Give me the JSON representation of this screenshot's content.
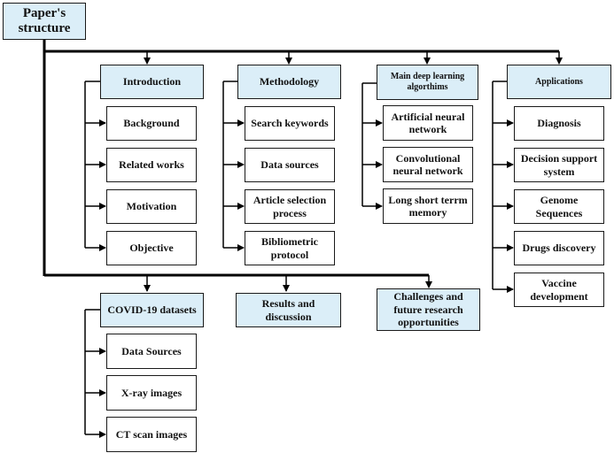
{
  "root": "Paper's structure",
  "sections": {
    "introduction": {
      "title": "Introduction",
      "items": [
        "Background",
        "Related works",
        "Motivation",
        "Objective"
      ]
    },
    "methodology": {
      "title": "Methodology",
      "items": [
        "Search keywords",
        "Data sources",
        "Article selection process",
        "Bibliometric protocol"
      ]
    },
    "algorithms": {
      "title": "Main deep learning algorthims",
      "items": [
        "Artificial neural network",
        "Convolutional neural network",
        "Long short terrm memory"
      ]
    },
    "applications": {
      "title": "Applications",
      "items": [
        "Diagnosis",
        "Decision support system",
        "Genome Sequences",
        "Drugs discovery",
        "Vaccine development"
      ]
    },
    "datasets": {
      "title": "COVID-19 datasets",
      "items": [
        "Data Sources",
        "X-ray images",
        "CT scan images"
      ]
    },
    "results": {
      "title": "Results and discussion"
    },
    "challenges": {
      "title": "Challenges and future research opportunities"
    }
  },
  "colors": {
    "header_fill": "#dbeef8",
    "line": "#000000"
  }
}
